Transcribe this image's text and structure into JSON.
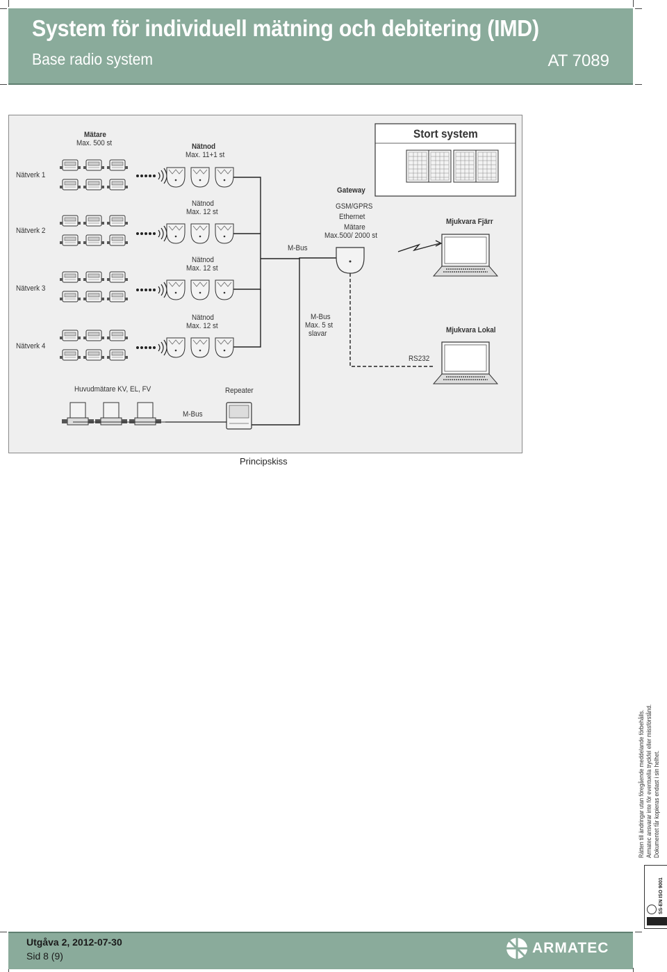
{
  "header": {
    "title": "System för individuell mätning och debitering (IMD)",
    "subtitle": "Base radio system",
    "doc_number": "AT 7089"
  },
  "diagram": {
    "networks": [
      "Nätverk 1",
      "Nätverk 2",
      "Nätverk 3",
      "Nätverk 4"
    ],
    "meters_label": "Mätare",
    "meters_max": "Max. 500 st",
    "netnode_label": "Nätnod",
    "netnode_max_first": "Max. 11+1 st",
    "netnode_max": "Max. 12 st",
    "gateway_label": "Gateway",
    "gateway_lines": [
      "GSM/GPRS",
      "Ethernet",
      "Mätare",
      "Max.500/ 2000 st"
    ],
    "mbus": "M-Bus",
    "mbus_slaves": [
      "M-Bus",
      "Max. 5 st",
      "slavar"
    ],
    "stort_system": "Stort system",
    "mjukvara_fjarr": "Mjukvara Fjärr",
    "mjukvara_lokal": "Mjukvara Lokal",
    "rs232": "RS232",
    "huvudmatare": "Huvudmätare KV, EL, FV",
    "repeater": "Repeater",
    "mbus_bottom": "M-Bus"
  },
  "caption": "Principskiss",
  "legal": [
    "Rätten till ändringar utan föregående meddelande förbehålls.",
    "Armatec ansvarar inte för eventuella tryckfel eller missförstånd.",
    "Dokumentet får kopieras endast i sin helhet."
  ],
  "certification": "SS-EN ISO 9001",
  "footer": {
    "edition": "Utgåva 2, 2012-07-30",
    "page": "Sid  8 (9)"
  },
  "brand": "ARMATEC"
}
